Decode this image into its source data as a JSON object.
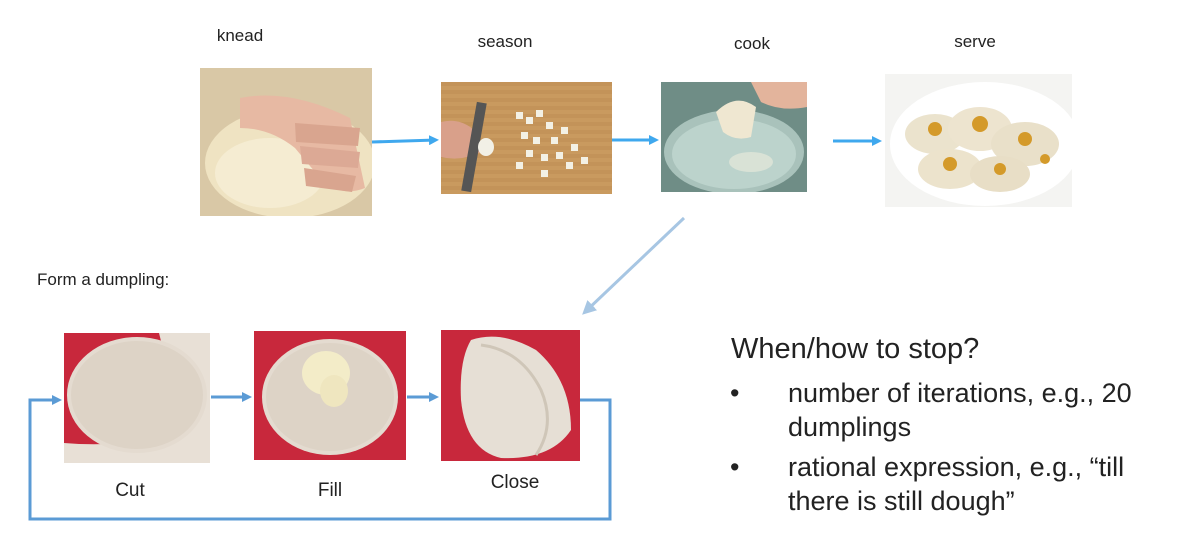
{
  "steps": [
    {
      "label": "knead"
    },
    {
      "label": "season"
    },
    {
      "label": "cook"
    },
    {
      "label": "serve"
    }
  ],
  "form_title": "Form a dumpling:",
  "substeps": [
    {
      "label": "Cut"
    },
    {
      "label": "Fill"
    },
    {
      "label": "Close"
    }
  ],
  "stop": {
    "title": "When/how to stop?",
    "bullets": [
      {
        "marker": "•",
        "text_line1": "number of iterations, e.g., 20",
        "text_line2": "dumplings"
      },
      {
        "marker": "•",
        "text_line1": "rational expression, e.g., “till",
        "text_line2": "there is still dough”"
      }
    ]
  },
  "colors": {
    "arrow_bright": "#3fa8ee",
    "arrow_light": "#a7c6e3",
    "loop": "#5b9bd5",
    "red_board": "#c8283c"
  }
}
